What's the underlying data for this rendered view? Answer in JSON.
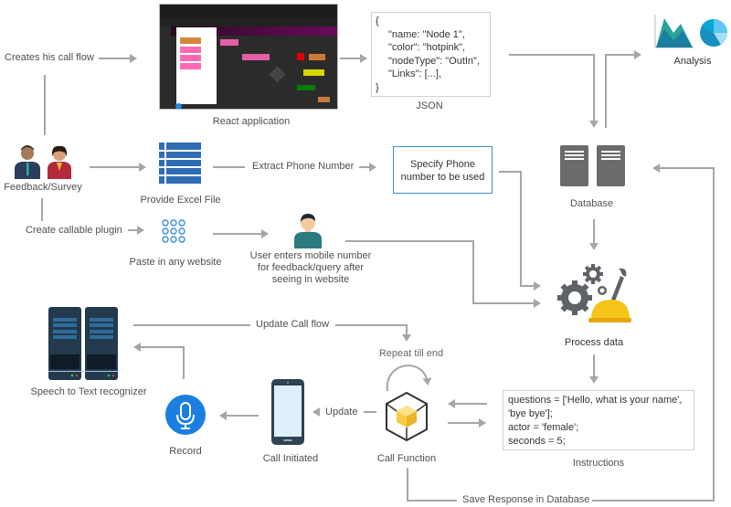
{
  "title": "Call flow system architecture",
  "nodes": {
    "creates_call_flow": "Creates his call flow",
    "react_app": "React application",
    "json_caption": "JSON",
    "json_lines": [
      "{",
      "\"name: \"Node 1\",",
      "\"color\": \"hotpink\",",
      "\"nodeType\": \"OutIn\",",
      "\"Links\": [...],",
      "}"
    ],
    "analysis": "Analysis",
    "feedback_survey": "Feedback/Survey",
    "provide_excel": "Provide Excel File",
    "extract_phone": "Extract Phone Number",
    "specify_phone_line1": "Specify Phone",
    "specify_phone_line2": "number to be used",
    "database": "Database",
    "create_plugin": "Create callable plugin",
    "paste_website": "Paste in any website",
    "user_enters_line1": "User enters mobile number",
    "user_enters_line2": "for feedback/query after",
    "user_enters_line3": "seeing in website",
    "process_data": "Process data",
    "speech_to_text": "Speech to Text recognizer",
    "update_call_flow": "Update Call flow",
    "repeat_till_end": "Repeat till end",
    "record": "Record",
    "call_initiated": "Call Initiated",
    "update": "Update",
    "call_function": "Call Function",
    "instructions_caption": "Instructions",
    "instructions_lines": [
      "questions = ['Hello, what is your name',",
      "'bye bye'];",
      "actor = 'female';",
      "seconds = 5;"
    ],
    "save_response": "Save Response in Database"
  },
  "colors": {
    "arrow": "#a6a6a6",
    "accent_blue": "#3a8ed4",
    "excel_blue": "#2e6db4",
    "mic_blue": "#1b7fe0",
    "server_dark": "#23394d",
    "db_gray": "#6b6b6b",
    "helmet_yellow": "#f5c518",
    "cube_yellow": "#f8cc45"
  }
}
